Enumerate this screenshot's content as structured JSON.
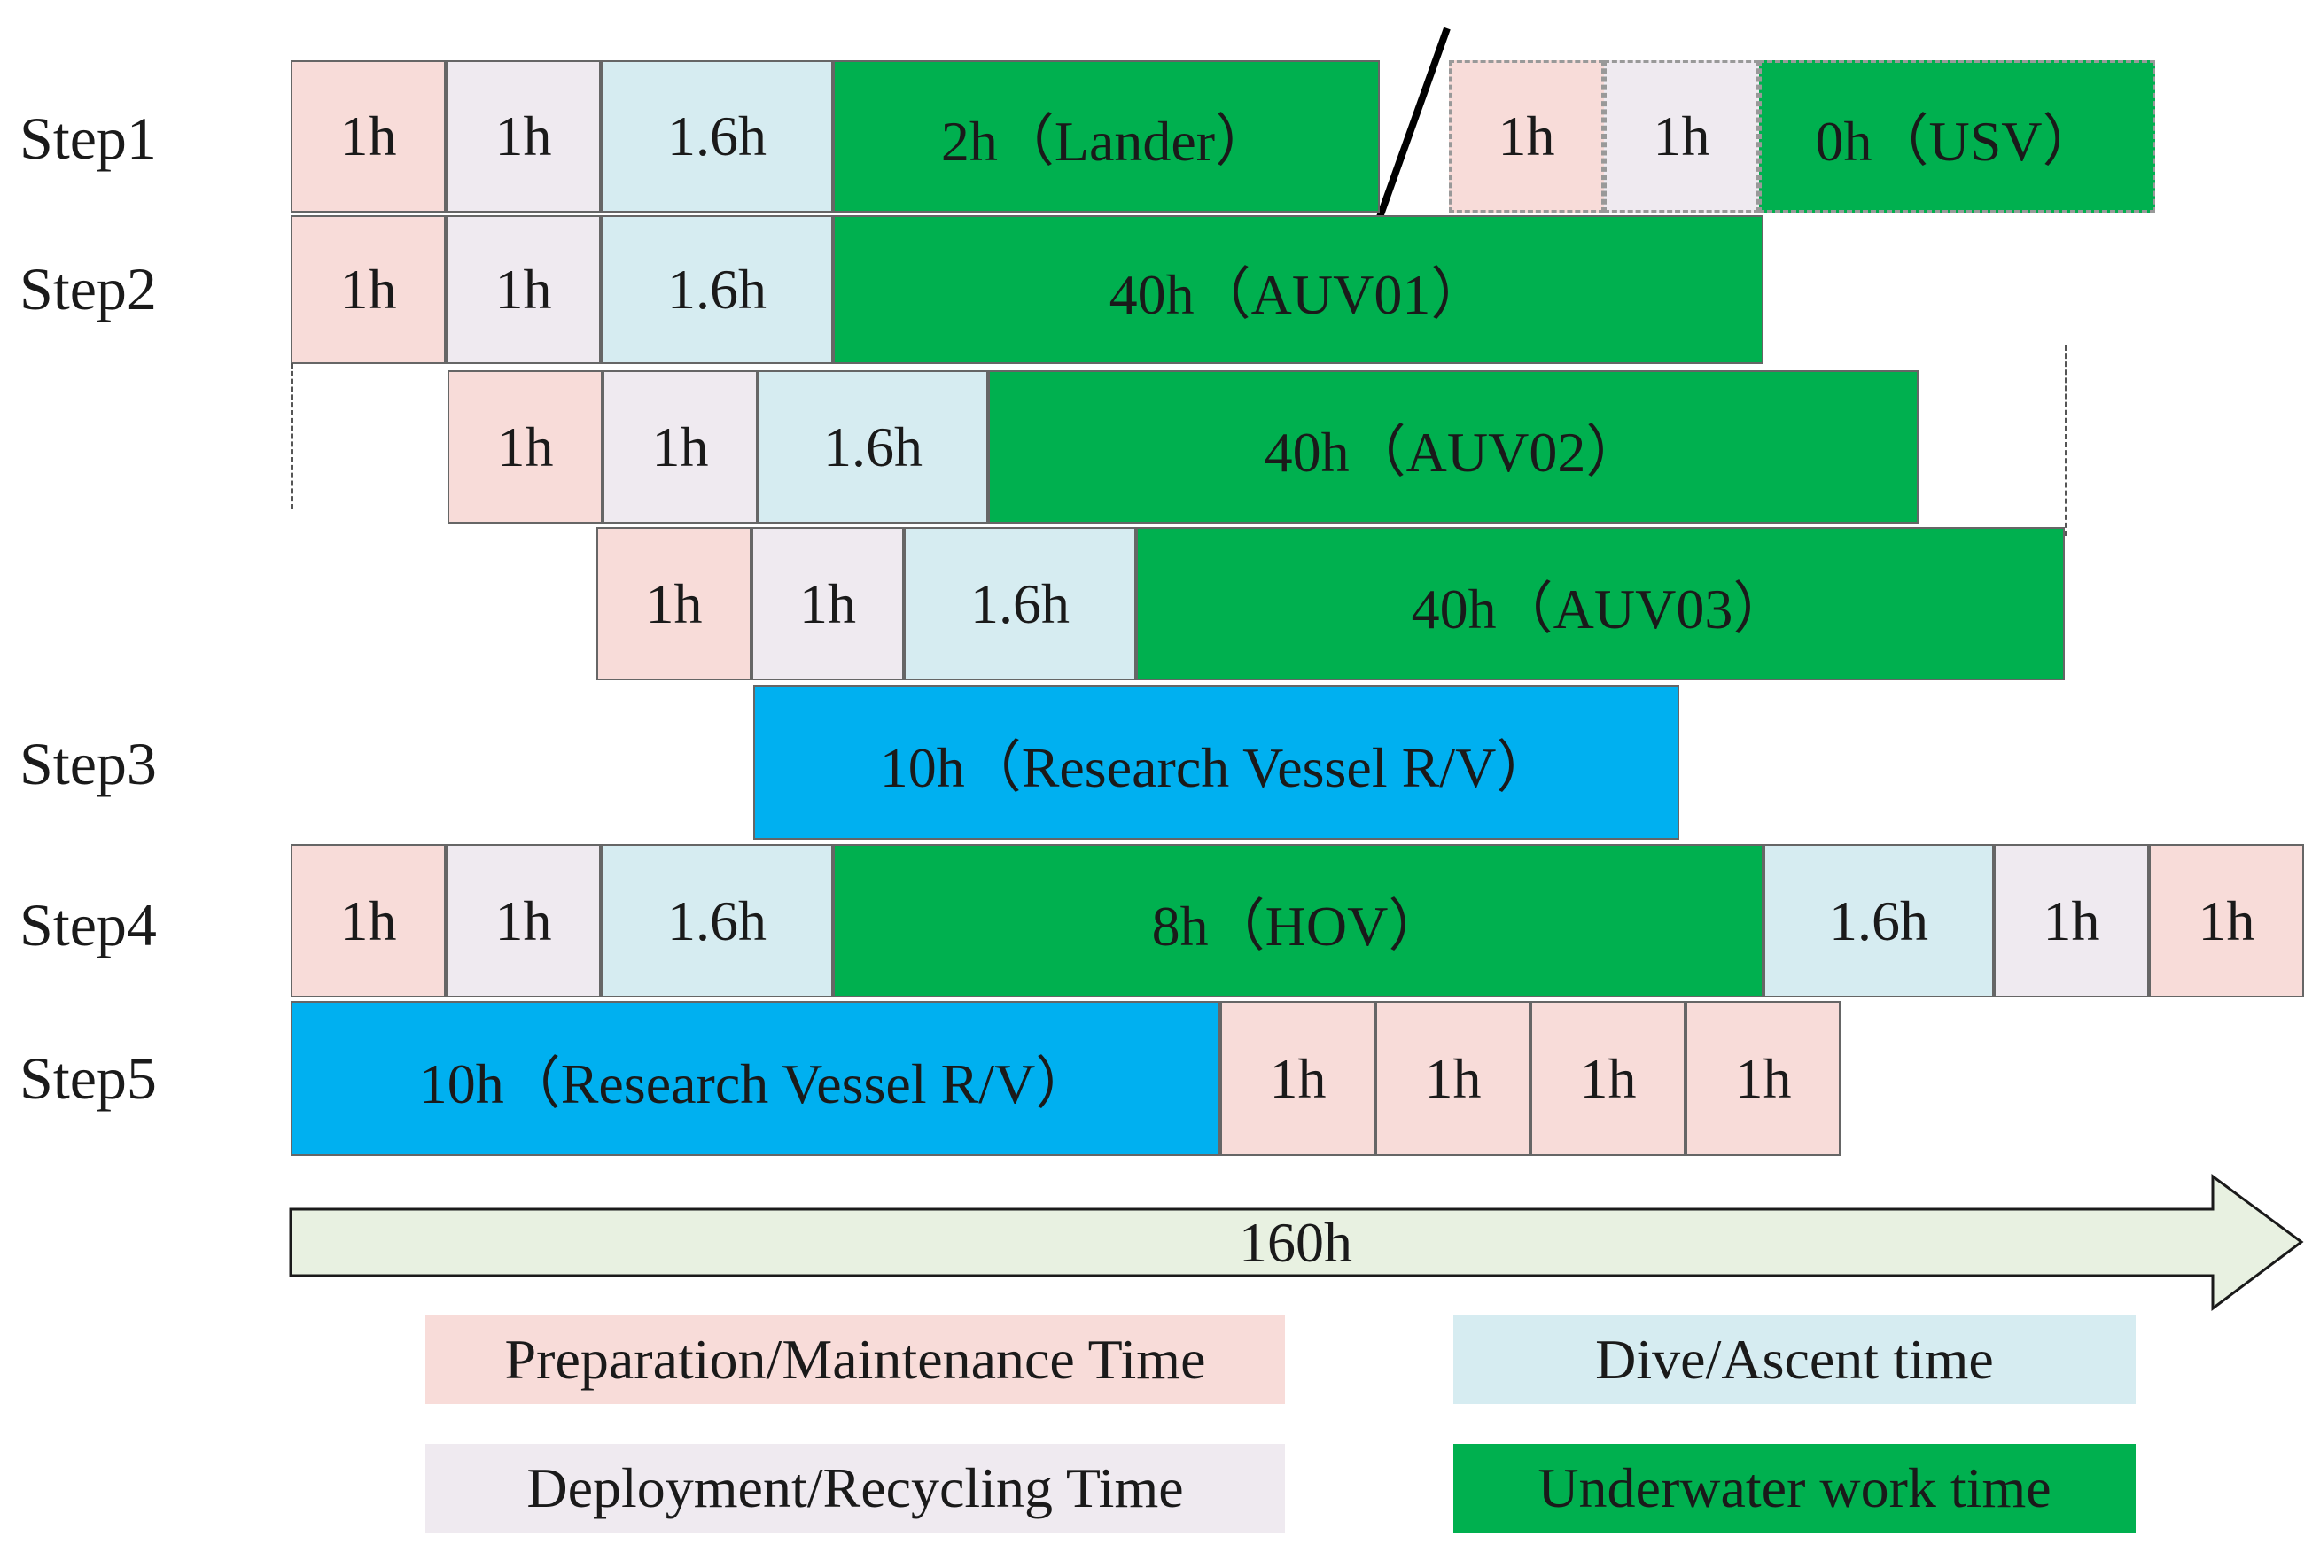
{
  "colors": {
    "preparation": "#f8dcd9",
    "deployment": "#efeaf0",
    "dive": "#d6ecf1",
    "underwater": "#00b04f",
    "vessel": "#00b0f0",
    "timeline": "#e8f1e1"
  },
  "steps": [
    "Step1",
    "Step2",
    "Step3",
    "Step4",
    "Step5"
  ],
  "rows": [
    {
      "segments": [
        {
          "label": "1h",
          "type": "preparation"
        },
        {
          "label": "1h",
          "type": "deployment"
        },
        {
          "label": "1.6h",
          "type": "dive"
        },
        {
          "label": "2h（Lander）",
          "type": "underwater"
        },
        {
          "label": "1h",
          "type": "preparation"
        },
        {
          "label": "1h",
          "type": "deployment"
        },
        {
          "label": "0h（USV）",
          "type": "underwater"
        }
      ]
    },
    {
      "segments": [
        {
          "label": "1h",
          "type": "preparation"
        },
        {
          "label": "1h",
          "type": "deployment"
        },
        {
          "label": "1.6h",
          "type": "dive"
        },
        {
          "label": "40h（AUV01）",
          "type": "underwater"
        }
      ]
    },
    {
      "segments": [
        {
          "label": "1h",
          "type": "preparation"
        },
        {
          "label": "1h",
          "type": "deployment"
        },
        {
          "label": "1.6h",
          "type": "dive"
        },
        {
          "label": "40h（AUV02）",
          "type": "underwater"
        }
      ]
    },
    {
      "segments": [
        {
          "label": "1h",
          "type": "preparation"
        },
        {
          "label": "1h",
          "type": "deployment"
        },
        {
          "label": "1.6h",
          "type": "dive"
        },
        {
          "label": "40h（AUV03）",
          "type": "underwater"
        }
      ]
    },
    {
      "segments": [
        {
          "label": "10h（Research Vessel R/V）",
          "type": "vessel"
        }
      ]
    },
    {
      "segments": [
        {
          "label": "1h",
          "type": "preparation"
        },
        {
          "label": "1h",
          "type": "deployment"
        },
        {
          "label": "1.6h",
          "type": "dive"
        },
        {
          "label": "8h（HOV）",
          "type": "underwater"
        },
        {
          "label": "1.6h",
          "type": "dive"
        },
        {
          "label": "1h",
          "type": "deployment"
        },
        {
          "label": "1h",
          "type": "preparation"
        }
      ]
    },
    {
      "segments": [
        {
          "label": "10h（Research Vessel R/V）",
          "type": "vessel"
        },
        {
          "label": "1h",
          "type": "preparation"
        },
        {
          "label": "1h",
          "type": "preparation"
        },
        {
          "label": "1h",
          "type": "preparation"
        },
        {
          "label": "1h",
          "type": "preparation"
        }
      ]
    }
  ],
  "timeline": {
    "label": "160h"
  },
  "legend": [
    {
      "label": "Preparation/Maintenance Time",
      "type": "preparation"
    },
    {
      "label": "Dive/Ascent time",
      "type": "dive"
    },
    {
      "label": "Deployment/Recycling Time",
      "type": "deployment"
    },
    {
      "label": "Underwater work time",
      "type": "underwater"
    }
  ]
}
